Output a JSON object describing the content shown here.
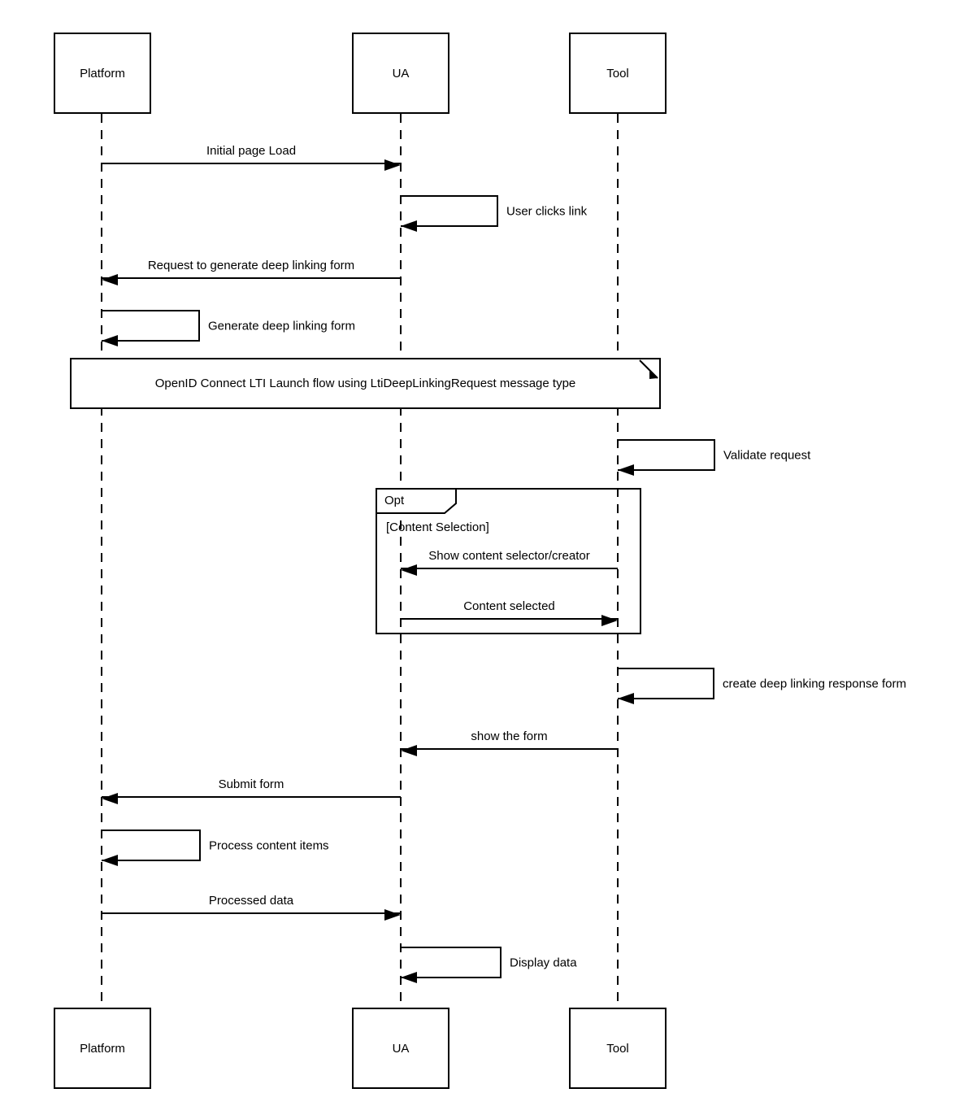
{
  "diagram_type": "uml-sequence",
  "actors": [
    {
      "id": "platform",
      "label": "Platform"
    },
    {
      "id": "ua",
      "label": "UA"
    },
    {
      "id": "tool",
      "label": "Tool"
    }
  ],
  "note": {
    "text": "OpenID Connect LTI Launch flow using LtiDeepLinkingRequest message type"
  },
  "fragment": {
    "operator": "Opt",
    "guard": "[Content Selection]"
  },
  "messages": [
    {
      "label": "Initial page Load",
      "from": "Platform",
      "to": "UA",
      "kind": "arrow"
    },
    {
      "label": "User clicks link",
      "from": "UA",
      "to": "UA",
      "kind": "self"
    },
    {
      "label": "Request to generate deep linking form",
      "from": "UA",
      "to": "Platform",
      "kind": "arrow"
    },
    {
      "label": "Generate deep linking form",
      "from": "Platform",
      "to": "Platform",
      "kind": "self"
    },
    {
      "label": "Validate request",
      "from": "Tool",
      "to": "Tool",
      "kind": "self"
    },
    {
      "label": "Show content selector/creator",
      "from": "Tool",
      "to": "UA",
      "kind": "arrow",
      "fragment": "Opt"
    },
    {
      "label": "Content selected",
      "from": "UA",
      "to": "Tool",
      "kind": "arrow",
      "fragment": "Opt"
    },
    {
      "label": "create deep linking response form",
      "from": "Tool",
      "to": "Tool",
      "kind": "self"
    },
    {
      "label": "show the form",
      "from": "Tool",
      "to": "UA",
      "kind": "arrow"
    },
    {
      "label": "Submit form",
      "from": "UA",
      "to": "Platform",
      "kind": "arrow"
    },
    {
      "label": "Process content items",
      "from": "Platform",
      "to": "Platform",
      "kind": "self"
    },
    {
      "label": "Processed data",
      "from": "Platform",
      "to": "UA",
      "kind": "arrow"
    },
    {
      "label": "Display data",
      "from": "UA",
      "to": "UA",
      "kind": "self"
    }
  ]
}
